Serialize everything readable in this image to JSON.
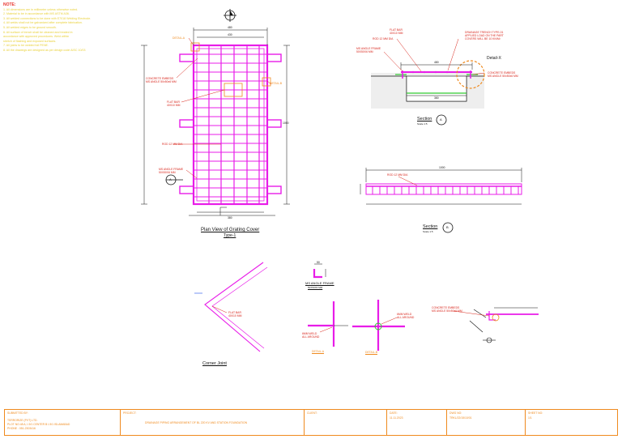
{
  "notes": {
    "heading": "NOTE:",
    "lines": [
      "1. All dimensions are in millimeter unless otherwise noted.",
      "2. Material to be in accordance with MS ASTM A36.",
      "3. All welded connections to be done with E7018 Welding Electrode.",
      "4. All welds shall not be galvanized after complete fabrication.",
      "5. All welded edges to be ground smooth.",
      "6. All surface of trench shall be cleaned and treated in",
      "   accordance with approved procedures. Weld within",
      "   stretch of flashing and exposed surfaces.",
      "7. All joints to be welded full PENE.",
      "8. All the drawings are designed as per design code AISC 10/03"
    ]
  },
  "plan": {
    "detail_a": "DETAIL-A",
    "detail_b": "DETAIL-B",
    "concrete_embed": "CONCRETE EMBEDS\nMS ANGLE 50x50x6 MM",
    "flat_bar": "FLAT BAR\n40X10 MM",
    "rod": "ROD 12 MM DIA",
    "angle_frame": "MS ANGLE FRAME\n50X50X6 MM",
    "dim_top": "480",
    "dim_top_inner": "430",
    "dim_bottom": "380",
    "dim_side": "1000",
    "section_mark": "A",
    "title": "Plan View of Grating Cover",
    "subtitle": "Type-1"
  },
  "section_a": {
    "flat_bar": "FLAT BAR\n40X10 MM",
    "rod": "ROD 12 MM DIA",
    "angle_frame": "MS ANGLE FRAME\n50X50X6 MM",
    "trench_note": "DRAINAGE TRENCH TYPE-01\nAPPLIED LOAD ON THE PART\nCOVERS WILL BE 10 KN/M²",
    "detail_x": "Detail-X",
    "concrete_embed": "CONCRETE EMBEDS\nMS ANGLE 50x50x6 MM",
    "dim_top": "480",
    "dim_bottom": "380",
    "title": "Section",
    "mark": "A",
    "scale": "Scale 1:5"
  },
  "section_b": {
    "rod": "ROD 12 MM DIA",
    "dim": "1000",
    "title": "Section",
    "mark": "B",
    "scale": "Scale 1:5"
  },
  "corner": {
    "flat_bar": "FLAT BAR\n40X10 MM",
    "title": "Corner Joint"
  },
  "angle": {
    "title": "MS ANGLE FRAME",
    "size": "50X50X6 MM",
    "dim": "50"
  },
  "detail_a": {
    "weld": "6MM WELD\nALL AROUND",
    "title": "DETAIL-A"
  },
  "detail_b": {
    "weld": "6MM WELD\nALL AROUND",
    "title": "DETAIL-B"
  },
  "detail_x": {
    "embed": "CONCRETE EMBEDS\nMS ANGLE 50x50x6 MM"
  },
  "titleblock": {
    "submitted_by": "SUBMITTED BY:",
    "company": "TERRORIZE (PVT) LTD.",
    "address": "PLOT NO.48 A, I-9/1 CENTER B I-9/1 ISLAMABAD",
    "phone": "PHONE : 051-2303416",
    "project_label": "PROJECT:",
    "project": "DRAINAGE PIPING ARRANGEMENT OF BL 220 KV AND STATION FOUNDATION",
    "client_label": "CLIENT:",
    "date_label": "DATE:",
    "date": "11.11.2023",
    "dwg_label": "DWG NO:",
    "dwg": "TRKL/22/15/10/01",
    "sheet_label": "SHEET NO:",
    "sheet": "1/1"
  },
  "colors": {
    "grating": "#e81ce8",
    "dims": "#1a1a1a",
    "leader": "#d8251b",
    "notes": "#e9d13a",
    "border": "#ef8a1e",
    "detail_circle": "#ef8a1e",
    "green": "#31c931"
  }
}
